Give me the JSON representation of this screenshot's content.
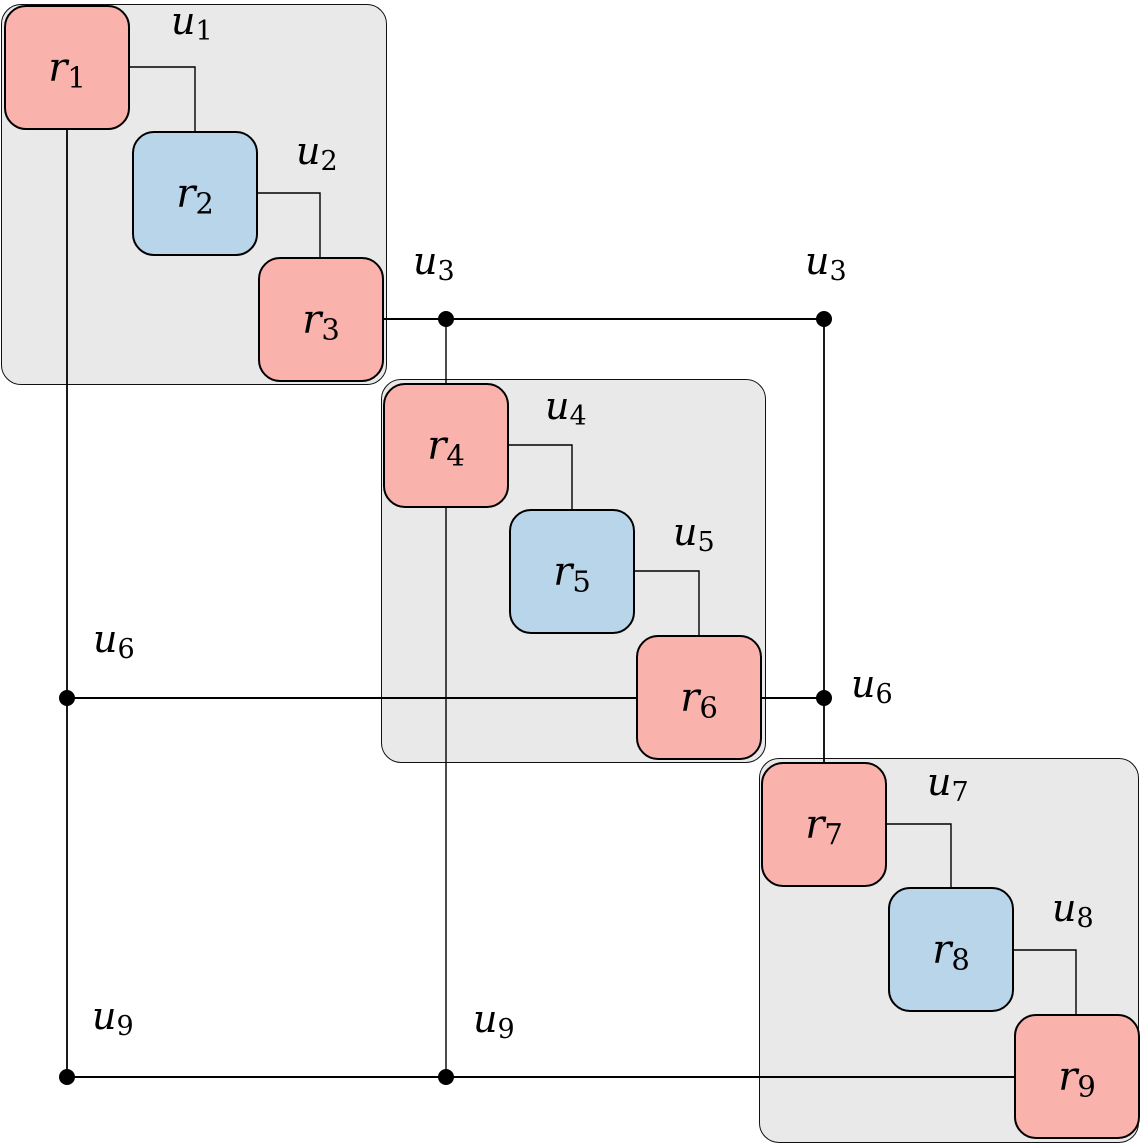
{
  "diagram": {
    "colors": {
      "node_pink": "#fab2ac",
      "node_blue": "#b8d5ea",
      "group_fill": "#e9e9e9",
      "line": "#000000"
    },
    "nodes": [
      {
        "name": "r",
        "sub": "1",
        "variant": "pink"
      },
      {
        "name": "r",
        "sub": "2",
        "variant": "blue"
      },
      {
        "name": "r",
        "sub": "3",
        "variant": "pink"
      },
      {
        "name": "r",
        "sub": "4",
        "variant": "pink"
      },
      {
        "name": "r",
        "sub": "5",
        "variant": "blue"
      },
      {
        "name": "r",
        "sub": "6",
        "variant": "pink"
      },
      {
        "name": "r",
        "sub": "7",
        "variant": "pink"
      },
      {
        "name": "r",
        "sub": "8",
        "variant": "blue"
      },
      {
        "name": "r",
        "sub": "9",
        "variant": "pink"
      }
    ],
    "bus_labels": [
      {
        "name": "u",
        "sub": "1",
        "placement": "group1-top"
      },
      {
        "name": "u",
        "sub": "2",
        "placement": "group1-middle"
      },
      {
        "name": "u",
        "sub": "3",
        "placement": "bus3-left"
      },
      {
        "name": "u",
        "sub": "3",
        "placement": "bus3-right"
      },
      {
        "name": "u",
        "sub": "4",
        "placement": "group2-top"
      },
      {
        "name": "u",
        "sub": "5",
        "placement": "group2-middle"
      },
      {
        "name": "u",
        "sub": "6",
        "placement": "bus6-left"
      },
      {
        "name": "u",
        "sub": "6",
        "placement": "bus6-right"
      },
      {
        "name": "u",
        "sub": "7",
        "placement": "group3-top"
      },
      {
        "name": "u",
        "sub": "8",
        "placement": "group3-middle"
      },
      {
        "name": "u",
        "sub": "9",
        "placement": "bus9-left"
      },
      {
        "name": "u",
        "sub": "9",
        "placement": "bus9-middle"
      }
    ]
  }
}
